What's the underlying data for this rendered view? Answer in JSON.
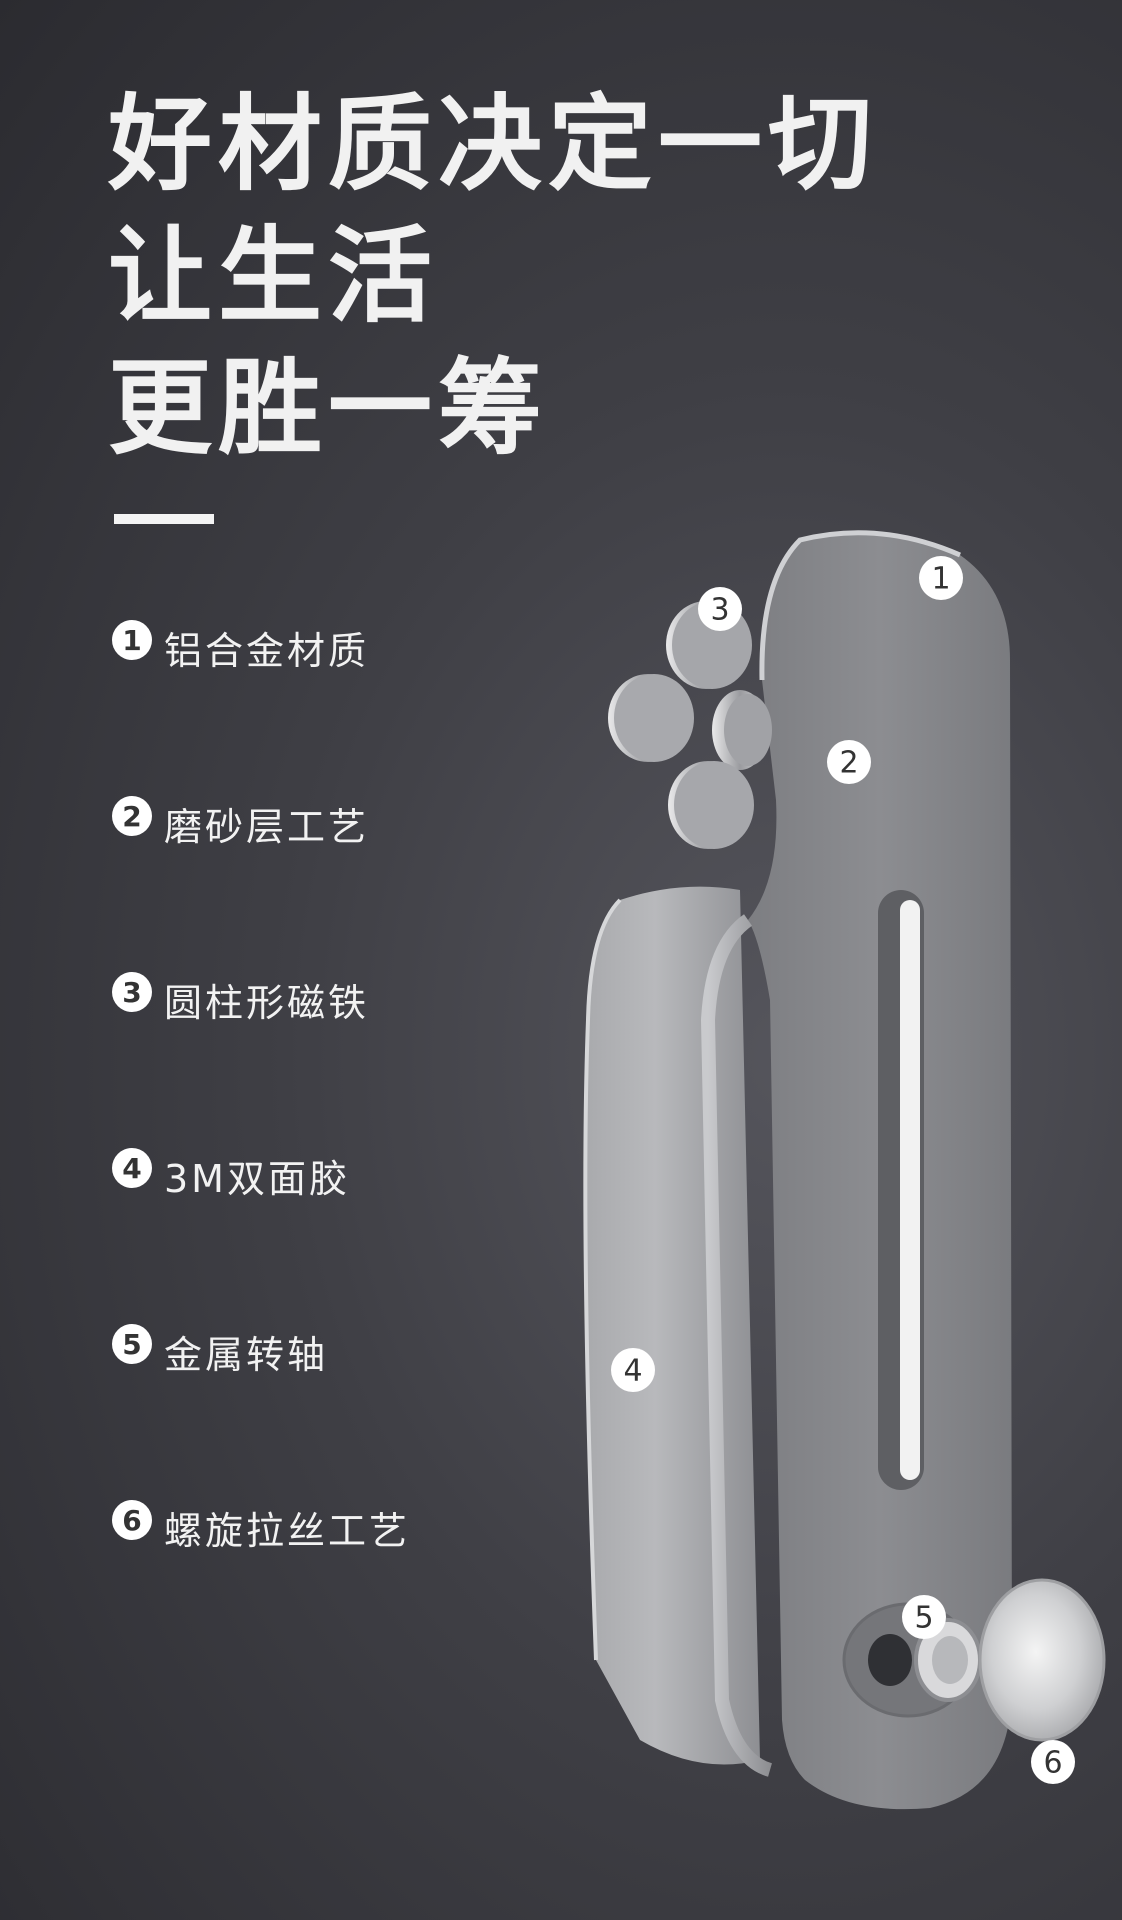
{
  "headline": [
    "好材质决定一切",
    "让生活",
    "更胜一筹"
  ],
  "features": [
    {
      "num": "1",
      "label": "铝合金材质"
    },
    {
      "num": "2",
      "label": "磨砂层工艺"
    },
    {
      "num": "3",
      "label": "圆柱形磁铁"
    },
    {
      "num": "4",
      "label": "3M双面胶"
    },
    {
      "num": "5",
      "label": "金属转轴"
    },
    {
      "num": "6",
      "label": "螺旋拉丝工艺"
    }
  ],
  "callouts": [
    "1",
    "2",
    "3",
    "4",
    "5",
    "6"
  ]
}
